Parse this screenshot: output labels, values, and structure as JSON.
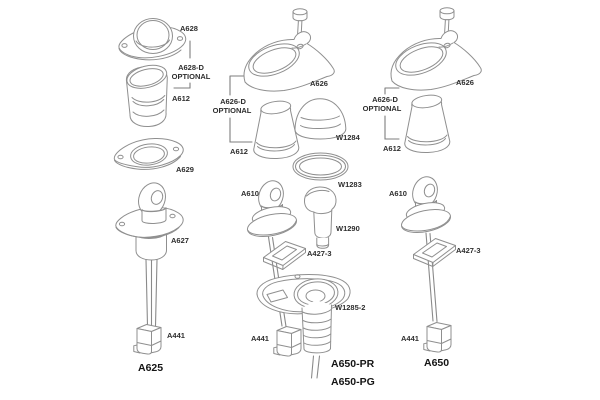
{
  "diagram_type": "exploded parts diagram (navigation light / antenna assemblies)",
  "colors": {
    "background": "#ffffff",
    "line": "#8f8f8f",
    "label_text": "#2e2e2e",
    "assembly_text": "#141414"
  },
  "columns": {
    "left": {
      "assembly_label": "A625",
      "optional": {
        "line1": "A628-D",
        "line2": "OPTIONAL"
      },
      "parts": {
        "flange": "A628",
        "lens": "A612",
        "gasket": "A629",
        "fixture": "A627",
        "connector": "A441"
      }
    },
    "middle": {
      "assembly_labels": [
        "A650-PR",
        "A650-PG"
      ],
      "optional": {
        "line1": "A626-D",
        "line2": "OPTIONAL"
      },
      "parts": {
        "cover": "A626",
        "lens": "A612",
        "dome": "W1284",
        "oring": "W1283",
        "fixture": "A610",
        "bulb": "W1290",
        "plate": "A427-3",
        "base": "W1285-2",
        "connector": "A441"
      }
    },
    "right": {
      "assembly_label": "A650",
      "optional": {
        "line1": "A626-D",
        "line2": "OPTIONAL"
      },
      "parts": {
        "cover": "A626",
        "lens": "A612",
        "fixture": "A610",
        "plate": "A427-3",
        "connector": "A441"
      }
    }
  }
}
